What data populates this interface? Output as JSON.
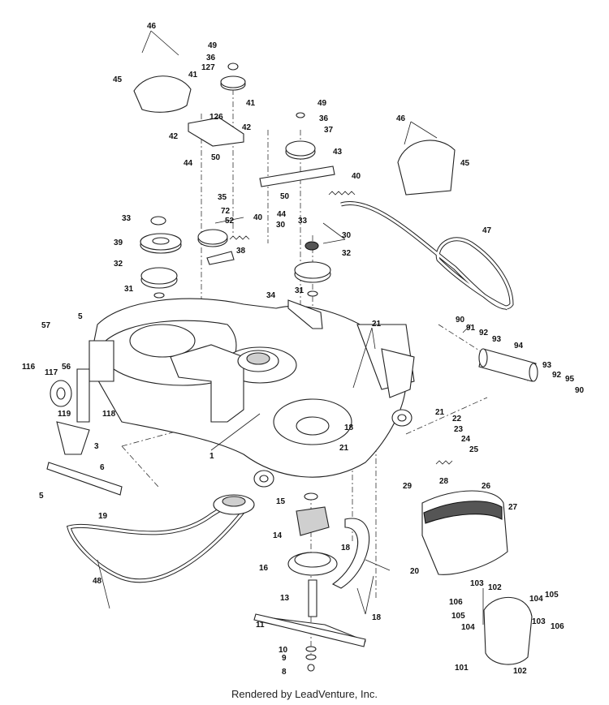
{
  "footer": {
    "credit": "Rendered by LeadVenture, Inc."
  },
  "callouts": [
    "1",
    "3",
    "5",
    "5",
    "6",
    "8",
    "9",
    "10",
    "11",
    "13",
    "14",
    "15",
    "16",
    "18",
    "18",
    "18",
    "19",
    "20",
    "21",
    "21",
    "21",
    "22",
    "23",
    "24",
    "25",
    "26",
    "27",
    "28",
    "29",
    "30",
    "30",
    "31",
    "31",
    "32",
    "32",
    "33",
    "33",
    "34",
    "35",
    "36",
    "36",
    "37",
    "38",
    "39",
    "40",
    "40",
    "41",
    "41",
    "42",
    "42",
    "43",
    "44",
    "44",
    "45",
    "45",
    "46",
    "46",
    "47",
    "48",
    "49",
    "49",
    "50",
    "50",
    "52",
    "56",
    "57",
    "72",
    "90",
    "90",
    "91",
    "92",
    "92",
    "93",
    "93",
    "94",
    "95",
    "101",
    "102",
    "102",
    "103",
    "103",
    "104",
    "104",
    "105",
    "105",
    "106",
    "106",
    "116",
    "117",
    "118",
    "119",
    "126",
    "127"
  ]
}
